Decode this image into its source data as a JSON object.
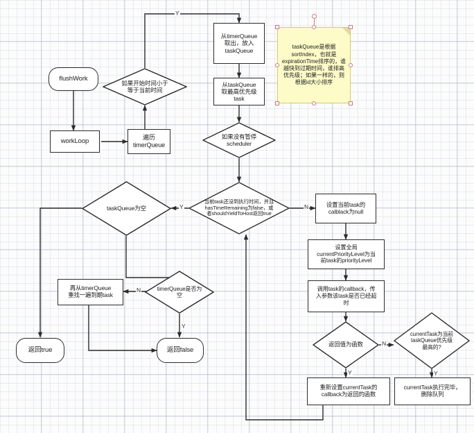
{
  "diagram": {
    "title": "React Scheduler flushWork / workLoop flowchart",
    "accent_note_bg": "#fdfbc8",
    "accent_note_border": "#d6c96a",
    "line_color": "#2b2b2b",
    "handle_color": "#c87b7b"
  },
  "nodes": {
    "flush_work": "flushWork",
    "work_loop": "workLoop",
    "traverse_timer_queue": "遍历\ntimerQueue",
    "decide_start_time": "如果开始时间小于\n等于当前时间",
    "move_timer_to_task": "从timerQueue\n取出，放入\ntaskQueue",
    "take_highest_task": "从taskQueue\n取最高优先级\ntask",
    "check_not_paused": "如果没有暂停\nscheduler",
    "main_condition": "当前task还没到执行时间，并且\nhasTimeRemaining为false，或\n者shouldYieldToHost返回true",
    "task_queue_empty": "taskQueue为空",
    "timer_queue_empty": "timerQueue是否为\n空",
    "research_timer_queue": "再从timerQueue\n重找一遍到期task",
    "return_true": "返回true",
    "return_false": "返回false",
    "set_callback_null": "设置当前task的\ncalblack为null",
    "set_current_priority": "设置全局\ncurrentPriorityLevel为当\n前task的priorityLevel",
    "invoke_callback": "调用task的callback，传\n入参数该task是否已经超\n时",
    "return_is_function": "返回值为函数",
    "is_highest_priority": "currentTask为当前\ntaskQueue优先级\n最高的?",
    "reset_callback": "重新设置currentTask的\ncallback为返回的函数",
    "task_done_remove": "currentTask执行完毕，\n删除队列"
  },
  "note": {
    "text": "taskQueue是根据sortIndex，也就是expirationTime排序的，谁越快到过期时间，谁排高优先级；如果一样的，则根据id大小排序"
  },
  "edge_labels": {
    "timer_yes_top": "Y",
    "cond_yes": "Y",
    "cond_no": "N",
    "timerq_no": "N",
    "timerq_yes": "Y",
    "isfunc_no": "N",
    "isfunc_yes": "Y",
    "highest_yes": "Y"
  }
}
